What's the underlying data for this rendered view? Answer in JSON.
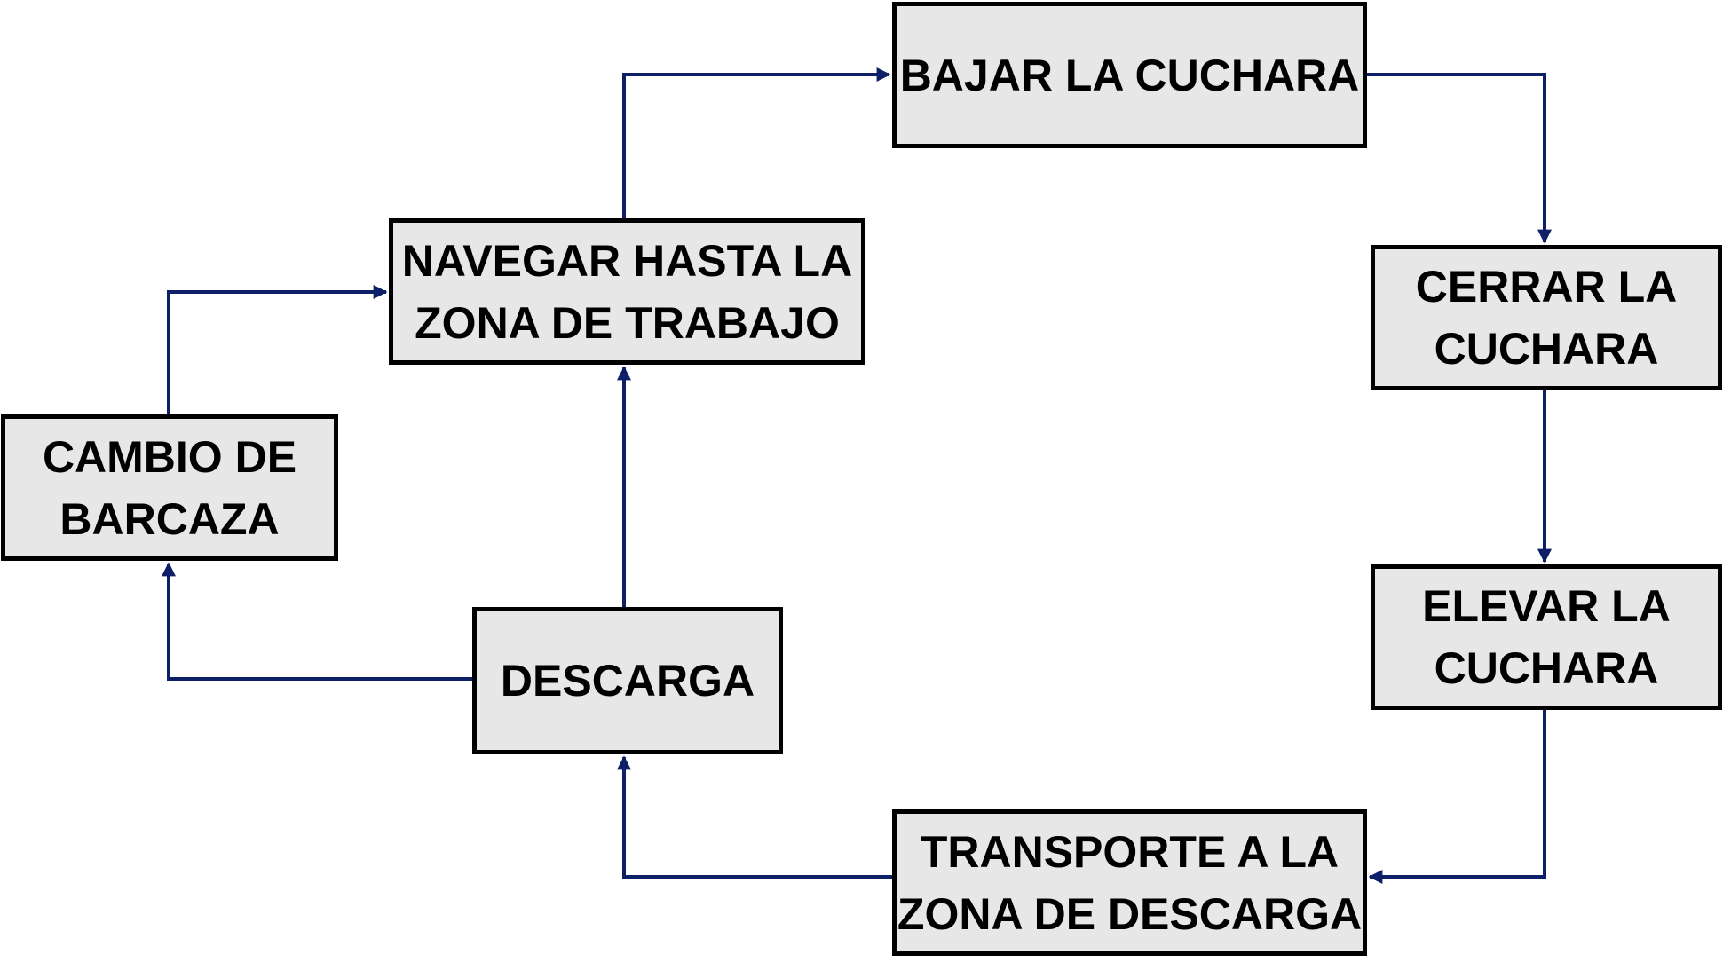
{
  "colors": {
    "node_fill": "#e7e7e7",
    "node_border": "#000000",
    "text": "#000000",
    "connector": "#0d1f66"
  },
  "nodes": {
    "bajar": "BAJAR LA CUCHARA",
    "cerrar": "CERRAR LA\nCUCHARA",
    "elevar": "ELEVAR LA\nCUCHARA",
    "transporte": "TRANSPORTE A LA\nZONA DE DESCARGA",
    "descarga": "DESCARGA",
    "navegar": "NAVEGAR HASTA LA\nZONA DE TRABAJO",
    "cambio": "CAMBIO DE\nBARCAZA"
  },
  "edges": [
    {
      "from": "navegar",
      "to": "bajar"
    },
    {
      "from": "bajar",
      "to": "cerrar"
    },
    {
      "from": "cerrar",
      "to": "elevar"
    },
    {
      "from": "elevar",
      "to": "transporte"
    },
    {
      "from": "transporte",
      "to": "descarga"
    },
    {
      "from": "descarga",
      "to": "navegar"
    },
    {
      "from": "descarga",
      "to": "cambio"
    },
    {
      "from": "cambio",
      "to": "navegar"
    }
  ]
}
